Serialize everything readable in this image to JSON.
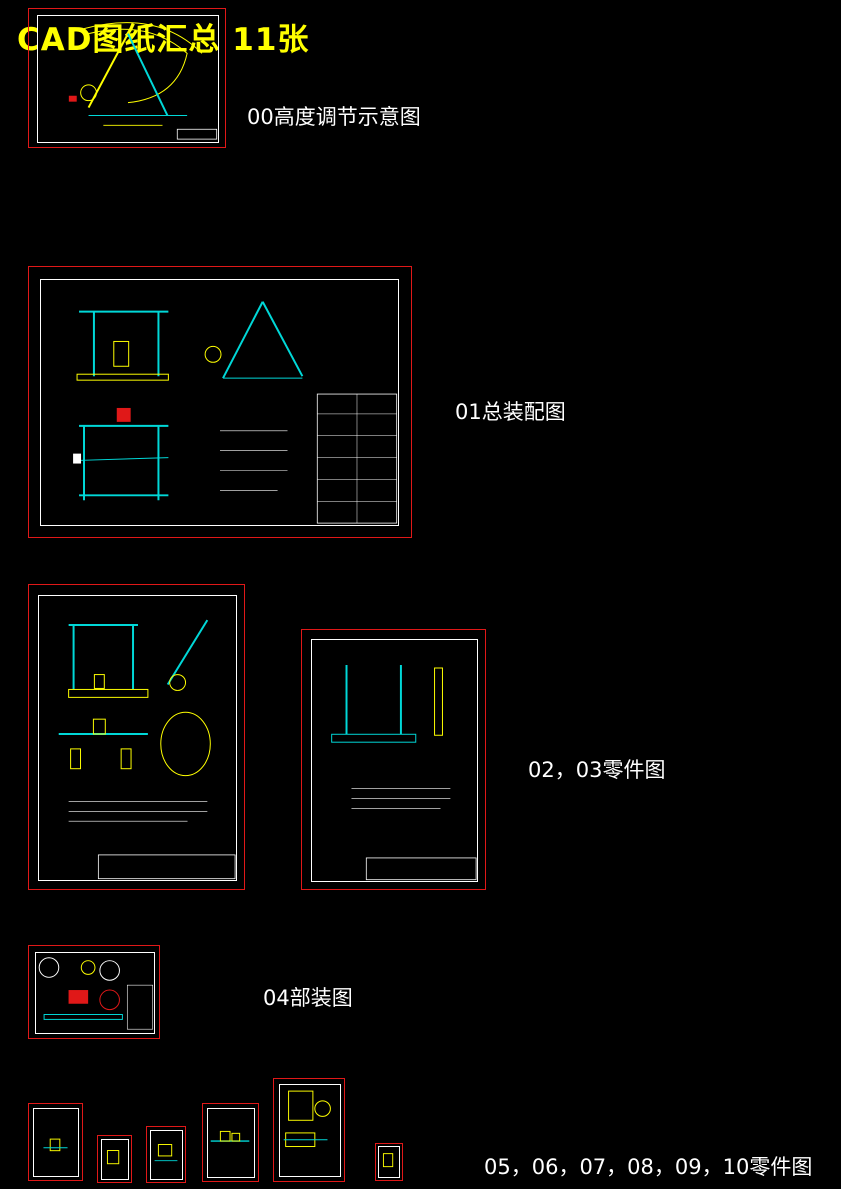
{
  "page_title": "CAD图纸汇总  11张",
  "labels": {
    "sheet00": "00高度调节示意图",
    "sheet01": "01总装配图",
    "sheet0203": "02，03零件图",
    "sheet04": "04部装图",
    "sheet05_10": "05，06，07，08，09，10零件图"
  },
  "colors": {
    "background": "#000000",
    "frame": "#e01818",
    "border": "#ffffff",
    "title": "#ffff00",
    "drawing_cyan": "#00d8d8",
    "drawing_yellow": "#ffff00",
    "drawing_green": "#00c800"
  }
}
